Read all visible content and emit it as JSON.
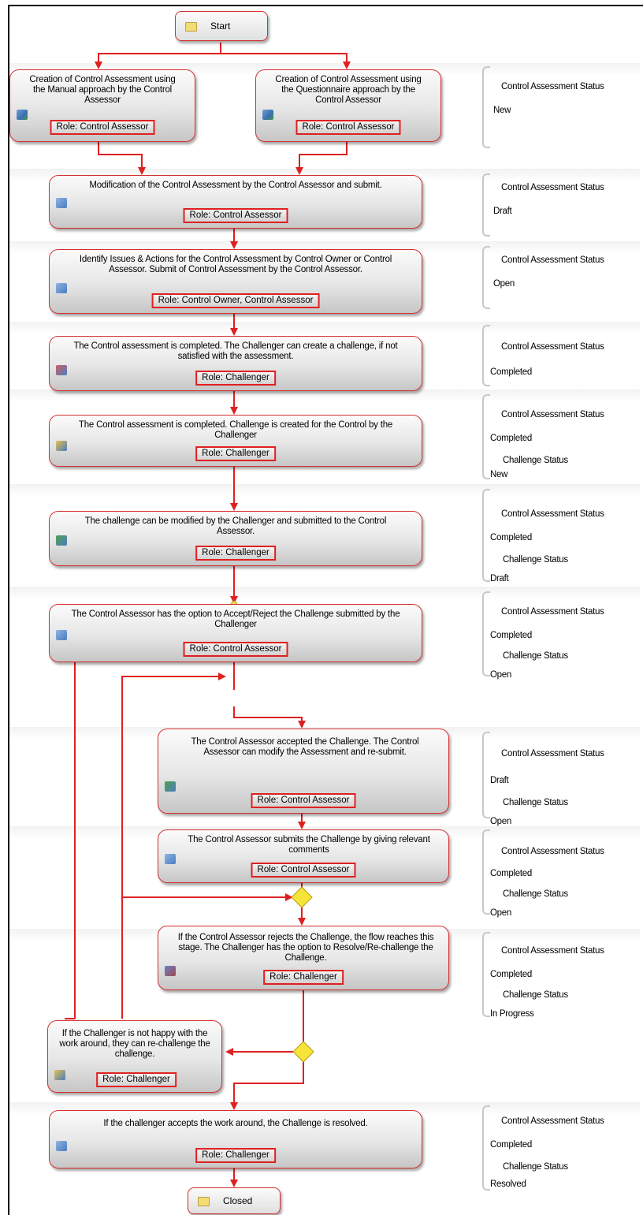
{
  "flow": {
    "start_label": "Start",
    "end_label": "Closed",
    "steps": [
      {
        "text": "Creation of Control Assessment using the Manual approach by the Control Assessor",
        "role": "Role: Control Assessor"
      },
      {
        "text": "Creation of Control Assessment using the Questionnaire approach by the Control Assessor",
        "role": "Role: Control Assessor"
      },
      {
        "text": "Modification of the Control Assessment by the Control Assessor and submit.",
        "role": "Role: Control Assessor"
      },
      {
        "text": "Identify Issues & Actions for the Control Assessment by Control Owner or Control Assessor. Submit of Control Assessment by the Control Assessor.",
        "role": "Role: Control Owner, Control Assessor"
      },
      {
        "text": "The Control assessment is completed. The Challenger can create a challenge, if not satisfied with the assessment.",
        "role": "Role: Challenger"
      },
      {
        "text": "The Control assessment is completed. Challenge is created for the Control by the Challenger",
        "role": "Role: Challenger"
      },
      {
        "text": "The challenge can be modified by the Challenger and submitted to the Control Assessor.",
        "role": "Role: Challenger"
      },
      {
        "text": "The Control Assessor has the option to Accept/Reject the Challenge submitted by the Challenger",
        "role": "Role: Control Assessor"
      },
      {
        "text": "The Control Assessor accepted the Challenge. The Control Assessor can modify the Assessment and re-submit.",
        "role": "Role: Control Assessor"
      },
      {
        "text": "The Control Assessor submits the Challenge by giving relevant comments",
        "role": "Role: Control Assessor"
      },
      {
        "text": "If the Control Assessor rejects the Challenge, the flow reaches this stage. The Challenger has the option to Resolve/Re-challenge the Challenge.",
        "role": "Role: Challenger"
      },
      {
        "text": "If the Challenger is not happy with the work around, they can re-challenge the challenge.",
        "role": "Role: Challenger"
      },
      {
        "text": "If the challenger accepts the work around, the Challenge is resolved.",
        "role": "Role: Challenger"
      }
    ]
  },
  "statuses": [
    {
      "heading": "Control Assessment Status",
      "value": "New"
    },
    {
      "heading": "Control Assessment Status",
      "value": "Draft"
    },
    {
      "heading": "Control Assessment Status",
      "value": "Open"
    },
    {
      "heading": "Control Assessment Status",
      "value": "Completed"
    },
    {
      "heading": "Control Assessment Status",
      "value": "Completed",
      "heading2": "Challenge Status",
      "value2": "New"
    },
    {
      "heading": "Control Assessment Status",
      "value": "Completed",
      "heading2": "Challenge Status",
      "value2": "Draft"
    },
    {
      "heading": "Control Assessment Status",
      "value": "Completed",
      "heading2": "Challenge Status",
      "value2": "Open"
    },
    {
      "heading": "Control Assessment Status",
      "value": "Draft",
      "heading2": "Challenge Status",
      "value2": "Open"
    },
    {
      "heading": "Control Assessment Status",
      "value": "Completed",
      "heading2": "Challenge Status",
      "value2": "Open"
    },
    {
      "heading": "Control Assessment Status",
      "value": "Completed",
      "heading2": "Challenge Status",
      "value2": "In Progress"
    },
    {
      "heading": "Control Assessment Status",
      "value": "Completed",
      "heading2": "Challenge Status",
      "value2": "Resolved"
    }
  ],
  "colors": {
    "flow_line": "#e02020",
    "decision": "#f7e43a",
    "node_border": "#d43030"
  }
}
